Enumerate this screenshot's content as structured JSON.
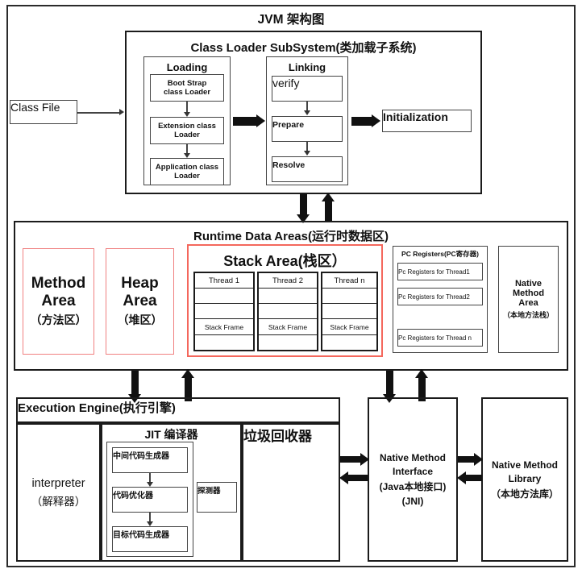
{
  "diagram": {
    "title": "JVM 架构图"
  },
  "class_file": {
    "label": "Class File"
  },
  "class_loader": {
    "title": "Class Loader SubSystem(类加载子系统)",
    "loading": {
      "title": "Loading",
      "items": [
        "Boot Strap\nclass Loader",
        "Extension class\nLoader",
        "Application class\nLoader"
      ],
      "item_1_line1": "Boot Strap",
      "item_1_line2": "class Loader",
      "item_2_line1": "Extension class",
      "item_2_line2": "Loader",
      "item_3_line1": "Application class",
      "item_3_line2": "Loader"
    },
    "linking": {
      "title": "Linking",
      "verify": "verify",
      "prepare": "Prepare",
      "resolve": "Resolve"
    },
    "initialization": "Initialization"
  },
  "runtime_data_areas": {
    "title": "Runtime Data Areas(运行时数据区)",
    "method_area": {
      "line1": "Method",
      "line2": "Area",
      "line3": "（方法区）"
    },
    "heap_area": {
      "line1": "Heap",
      "line2": "Area",
      "line3": "（堆区）"
    },
    "stack_area": {
      "title": "Stack Area(栈区）",
      "threads": [
        {
          "name": "Thread 1",
          "frame": "Stack Frame"
        },
        {
          "name": "Thread 2",
          "frame": "Stack Frame"
        },
        {
          "name": "Thread n",
          "frame": "Stack Frame"
        }
      ]
    },
    "pc_registers": {
      "title": "PC Registers(PC寄存器)",
      "items": [
        "Pc Registers for Thread1",
        "Pc Registers for Thread2",
        "Pc Registers for Thread n"
      ]
    },
    "native_method_area": {
      "line1": "Native",
      "line2": "Method",
      "line3": "Area",
      "line4": "（本地方法栈）"
    }
  },
  "execution_engine": {
    "title": "Execution Engine(执行引擎)",
    "interpreter": {
      "line1": "interpreter",
      "line2": "（解释器）"
    },
    "jit": {
      "title": "JIT 编译器",
      "steps": [
        "中间代码生成器",
        "代码优化器",
        "目标代码生成器"
      ],
      "profiler": "探测器"
    },
    "garbage_collector": "垃圾回收器"
  },
  "native_method_interface": {
    "line1": "Native Method",
    "line2": "Interface",
    "line3": "(Java本地接口)",
    "line4": "(JNI)"
  },
  "native_method_library": {
    "line1": "Native Method",
    "line2": "Library",
    "line3": "（本地方法库）"
  },
  "colors": {
    "accent_red": "#f4675c",
    "soft_red": "#f08080",
    "line": "#111111",
    "background": "#ffffff"
  }
}
